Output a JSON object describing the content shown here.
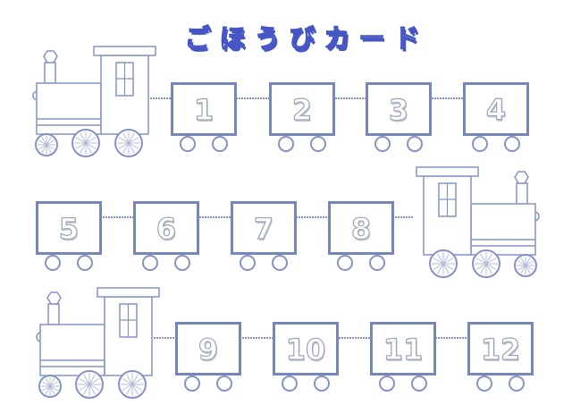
{
  "title": "ごほうびカード",
  "colors": {
    "line": "#8593c2",
    "car_border": "#7686b8",
    "title": "#4656c4"
  },
  "rows": [
    {
      "engine": "left",
      "cars": [
        "1",
        "2",
        "3",
        "4"
      ]
    },
    {
      "engine": "right",
      "cars": [
        "5",
        "6",
        "7",
        "8"
      ]
    },
    {
      "engine": "left",
      "cars": [
        "9",
        "10",
        "11",
        "12"
      ]
    }
  ]
}
